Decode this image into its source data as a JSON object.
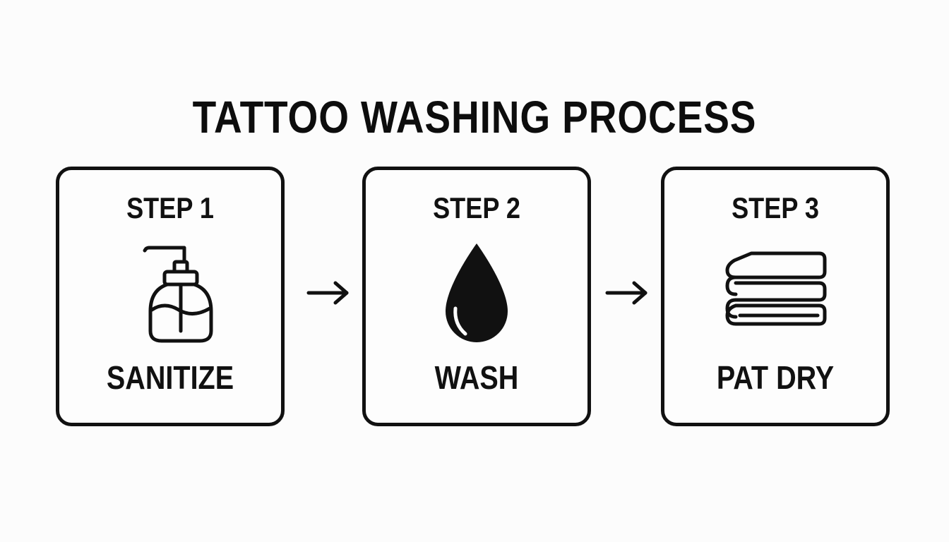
{
  "title": "TATTOO WASHING PROCESS",
  "steps": [
    {
      "step": "STEP 1",
      "action": "SANITIZE",
      "icon": "soap-pump-bottle-icon"
    },
    {
      "step": "STEP 2",
      "action": "WASH",
      "icon": "water-drop-icon"
    },
    {
      "step": "STEP 3",
      "action": "PAT DRY",
      "icon": "folded-towel-icon"
    }
  ],
  "connectors": [
    "arrow-right-icon",
    "arrow-right-icon"
  ],
  "colors": {
    "ink": "#111111",
    "background": "#fcfcfc"
  }
}
